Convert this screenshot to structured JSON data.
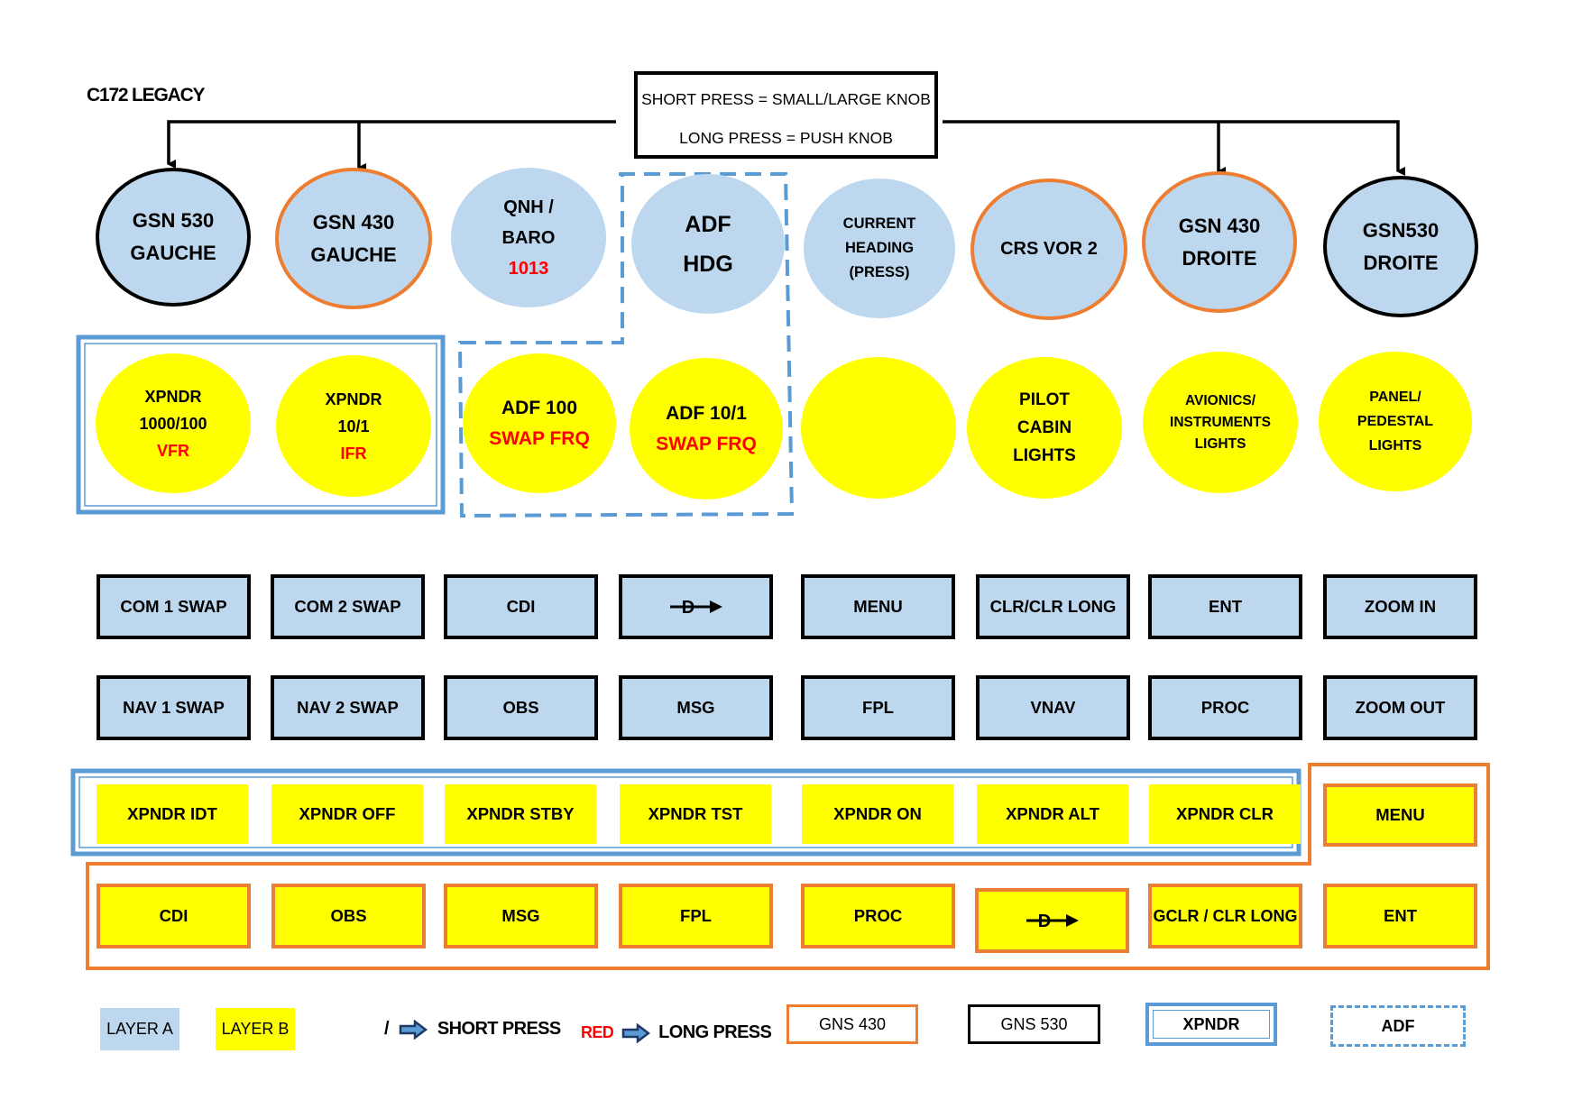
{
  "title": "C172 LEGACY",
  "legend_top": {
    "line1": "SHORT PRESS = SMALL/LARGE KNOB",
    "line2": "LONG PRESS = PUSH KNOB"
  },
  "knobs_top": [
    {
      "l1": "GSN 530",
      "l2": "GAUCHE",
      "l3": ""
    },
    {
      "l1": "GSN 430",
      "l2": "GAUCHE",
      "l3": ""
    },
    {
      "l1": "QNH /",
      "l2": "BARO",
      "l3": "1013"
    },
    {
      "l1": "ADF",
      "l2": "HDG",
      "l3": ""
    },
    {
      "l1": "CURRENT",
      "l2": "HEADING",
      "l3": "(PRESS)"
    },
    {
      "l1": "CRS VOR 2",
      "l2": "",
      "l3": ""
    },
    {
      "l1": "GSN 430",
      "l2": "DROITE",
      "l3": ""
    },
    {
      "l1": "GSN530",
      "l2": "DROITE",
      "l3": ""
    }
  ],
  "knobs_bottom": [
    {
      "l1": "XPNDR",
      "l2": "1000/100",
      "l3": "VFR"
    },
    {
      "l1": "XPNDR",
      "l2": "10/1",
      "l3": "IFR"
    },
    {
      "l1": "ADF 100",
      "l2": "SWAP FRQ",
      "l3": ""
    },
    {
      "l1": "ADF 10/1",
      "l2": "SWAP FRQ",
      "l3": ""
    },
    {
      "l1": "",
      "l2": "",
      "l3": ""
    },
    {
      "l1": "PILOT",
      "l2": "CABIN",
      "l3": "LIGHTS"
    },
    {
      "l1": "AVIONICS/",
      "l2": "INSTRUMENTS",
      "l3": "LIGHTS"
    },
    {
      "l1": "PANEL/",
      "l2": "PEDESTAL",
      "l3": "LIGHTS"
    }
  ],
  "row1": [
    "COM 1 SWAP",
    "COM 2 SWAP",
    "CDI",
    "D",
    "MENU",
    "CLR/CLR LONG",
    "ENT",
    "ZOOM IN"
  ],
  "row2": [
    "NAV 1 SWAP",
    "NAV 2 SWAP",
    "OBS",
    "MSG",
    "FPL",
    "VNAV",
    "PROC",
    "ZOOM OUT"
  ],
  "row3": [
    "XPNDR  IDT",
    "XPNDR OFF",
    "XPNDR STBY",
    "XPNDR TST",
    "XPNDR ON",
    "XPNDR ALT",
    "XPNDR CLR",
    "MENU"
  ],
  "row4": [
    "CDI",
    "OBS",
    "MSG",
    "FPL",
    "PROC",
    "D",
    "GCLR / CLR LONG",
    "ENT"
  ],
  "legend": {
    "layer_a": "LAYER A",
    "layer_b": "LAYER B",
    "slash": "/",
    "short_press": "SHORT PRESS",
    "red": "RED",
    "long_press": "LONG PRESS",
    "gns430": "GNS 430",
    "gns530": "GNS 530",
    "xpndr": "XPNDR",
    "adf": "ADF"
  },
  "colors": {
    "layer_a": "#bdd7ee",
    "layer_b": "#ffff00",
    "gns430": "#ed7d31",
    "xpndr": "#5b9bd5",
    "long_press_text": "#ff0000"
  },
  "icons": [
    "direct-to-icon",
    "arrow-right-icon"
  ]
}
